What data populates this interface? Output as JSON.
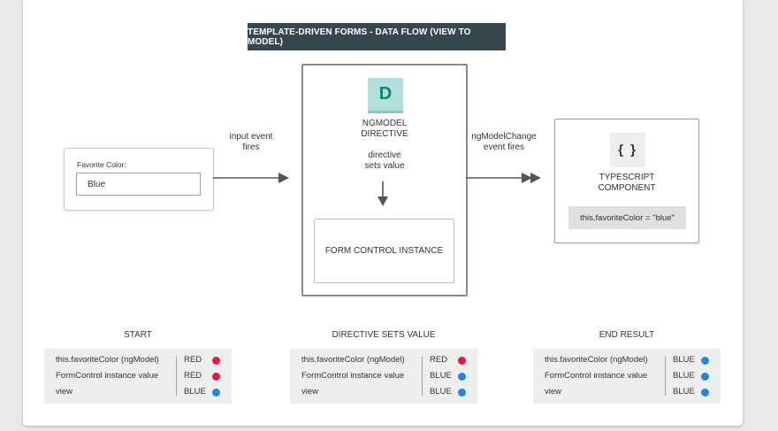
{
  "title": "TEMPLATE-DRIVEN FORMS - DATA FLOW (VIEW TO MODEL)",
  "view": {
    "label": "Favorite Color:",
    "input_value": "Blue"
  },
  "edge_labels": {
    "view_to_directive": [
      "input event",
      "fires"
    ],
    "directive_to_component": [
      "ngModelChange",
      "event fires"
    ]
  },
  "directive": {
    "badge": "D",
    "name_lines": [
      "NGMODEL",
      "DIRECTIVE"
    ],
    "note_lines": [
      "directive",
      "sets value"
    ],
    "form_control": "FORM CONTROL INSTANCE"
  },
  "component": {
    "badge": "{ }",
    "name_lines": [
      "TYPESCRIPT",
      "COMPONENT"
    ],
    "code": "this.favoriteColor = \"blue\""
  },
  "colors": {
    "red": "#e8173f",
    "blue": "#1e88e5",
    "teal_badge": "#b2dfdb",
    "banner": "#37474f"
  },
  "tables": [
    {
      "title": "START",
      "rows": [
        {
          "key": "this.favoriteColor (ngModel)",
          "value": "RED",
          "color": "red"
        },
        {
          "key": "FormControl instance value",
          "value": "RED",
          "color": "red"
        },
        {
          "key": "view",
          "value": "BLUE",
          "color": "blue"
        }
      ]
    },
    {
      "title": "DIRECTIVE SETS VALUE",
      "rows": [
        {
          "key": "this.favoriteColor (ngModel)",
          "value": "RED",
          "color": "red"
        },
        {
          "key": "FormControl instance value",
          "value": "BLUE",
          "color": "blue"
        },
        {
          "key": "view",
          "value": "BLUE",
          "color": "blue"
        }
      ]
    },
    {
      "title": "END RESULT",
      "rows": [
        {
          "key": "this.favoriteColor (ngModel)",
          "value": "BLUE",
          "color": "blue"
        },
        {
          "key": "FormControl instance value",
          "value": "BLUE",
          "color": "blue"
        },
        {
          "key": "view",
          "value": "BLUE",
          "color": "blue"
        }
      ]
    }
  ]
}
